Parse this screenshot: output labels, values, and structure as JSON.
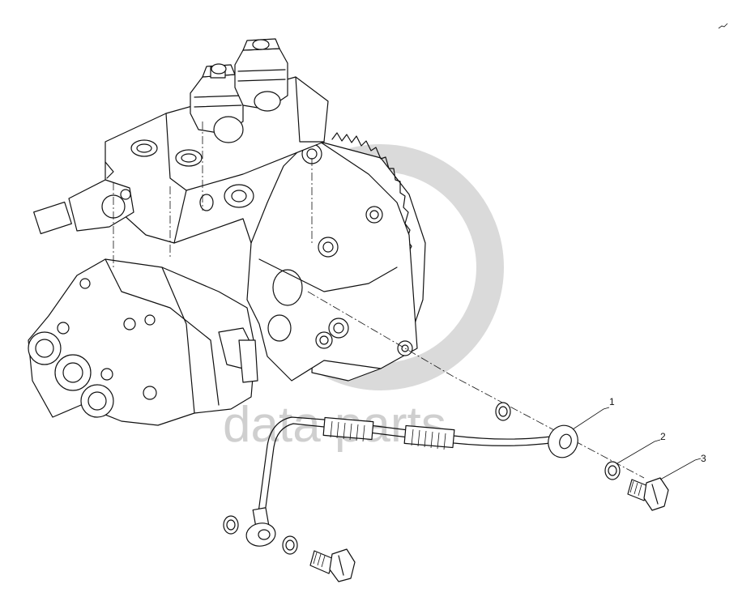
{
  "watermark": {
    "text": "data parts",
    "color": "#c8c8c8"
  },
  "parts": [
    {
      "number": "1",
      "icon": "fuel-pipe-icon"
    },
    {
      "number": "2",
      "icon": "sealing-washer-icon"
    },
    {
      "number": "3",
      "icon": "banjo-bolt-icon"
    }
  ],
  "assembly_icon": "high-pressure-pump-icon",
  "line_color": "#111111"
}
